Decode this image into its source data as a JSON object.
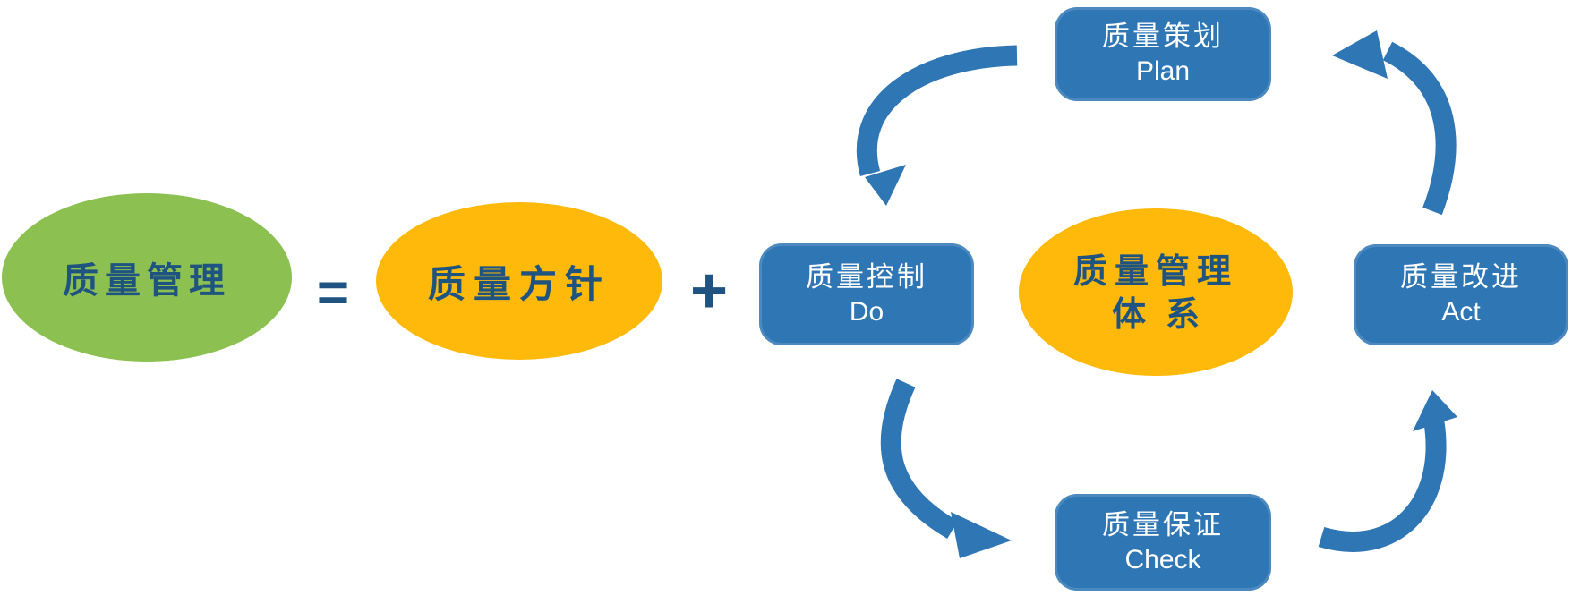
{
  "equation": {
    "management_label": "质量管理",
    "equals_sign": "=",
    "policy_label": "质量方针",
    "plus_sign": "+"
  },
  "qms_ellipse": {
    "line1": "质量管理",
    "line2": "体系"
  },
  "pdca": {
    "plan": {
      "zh": "质量策划",
      "en": "Plan"
    },
    "do": {
      "zh": "质量控制",
      "en": "Do"
    },
    "check": {
      "zh": "质量保证",
      "en": "Check"
    },
    "act": {
      "zh": "质量改进",
      "en": "Act"
    }
  },
  "arrows": {
    "plan_to_do": {
      "from": "Plan",
      "to": "Do"
    },
    "do_to_check": {
      "from": "Do",
      "to": "Check"
    },
    "check_to_act": {
      "from": "Check",
      "to": "Act"
    },
    "act_to_plan": {
      "from": "Act",
      "to": "Plan"
    }
  },
  "colors": {
    "green_ellipse": "#8CC152",
    "orange_ellipse": "#FFB90B",
    "blue_box_and_arrows": "#2F76B5",
    "dark_blue_text": "#1F5480",
    "box_text": "#FFFFFF",
    "background": "#FFFFFF"
  }
}
